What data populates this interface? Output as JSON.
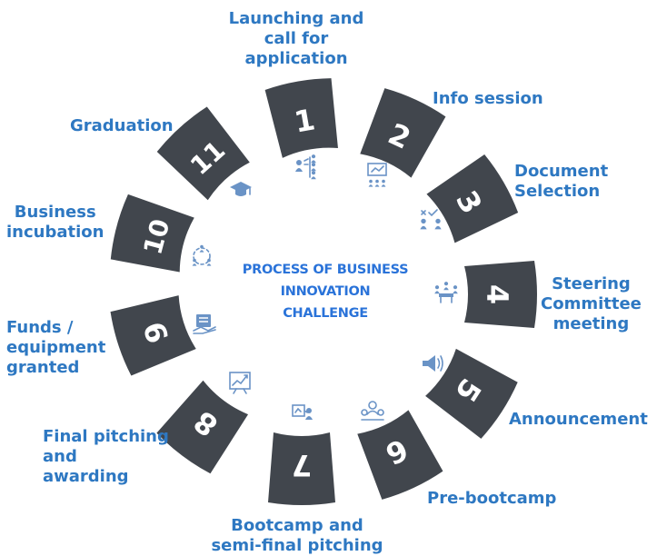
{
  "title": {
    "lines": [
      "PROCESS OF BUSINESS",
      "INNOVATION",
      "CHALLENGE"
    ]
  },
  "colors": {
    "block": "#41464d",
    "text": "#2e78c2",
    "icon": "#6a93c6",
    "title": "#2a73d9"
  },
  "steps": [
    {
      "number": "1",
      "label": "Launching and\ncall for\napplication",
      "icon": "presenter-team-icon"
    },
    {
      "number": "2",
      "label": "Info session",
      "icon": "presentation-board-icon"
    },
    {
      "number": "3",
      "label": "Document\nSelection",
      "icon": "selection-people-icon"
    },
    {
      "number": "4",
      "label": "Steering\nCommittee\nmeeting",
      "icon": "meeting-table-icon"
    },
    {
      "number": "5",
      "label": "Announcement",
      "icon": "megaphone-icon"
    },
    {
      "number": "6",
      "label": "Pre-bootcamp",
      "icon": "group-icon"
    },
    {
      "number": "7",
      "label": "Bootcamp and\nsemi-final pitching",
      "icon": "pitch-presenter-icon"
    },
    {
      "number": "8",
      "label": "Final pitching\nand\nawarding",
      "icon": "growth-chart-icon"
    },
    {
      "number": "9",
      "label": "Funds /\nequipment\ngranted",
      "icon": "handshake-document-icon"
    },
    {
      "number": "10",
      "label": "Business\nincubation",
      "icon": "network-people-icon"
    },
    {
      "number": "11",
      "label": "Graduation",
      "icon": "graduation-cap-icon"
    }
  ]
}
